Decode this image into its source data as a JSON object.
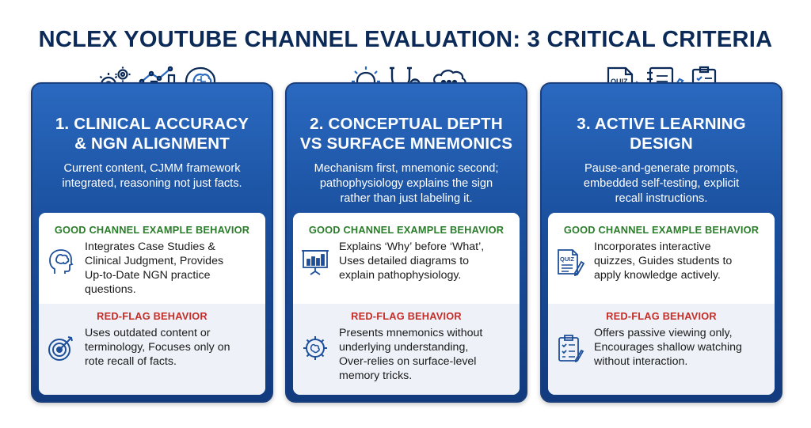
{
  "title": "NCLEX YOUTUBE CHANNEL EVALUATION: 3 CRITICAL CRITERIA",
  "colors": {
    "title": "#0b2a57",
    "card": "#1a4f9d",
    "good": "#2a7d2a",
    "red": "#c62d27"
  },
  "cards": [
    {
      "title_line1": "1. CLINICAL ACCURACY",
      "title_line2": "& NGN ALIGNMENT",
      "desc_line1": "Current content, CJMM framework",
      "desc_line2": "integrated, reasoning not just facts.",
      "desc_line3": "",
      "header_icons": [
        "gears-icon",
        "bar-chart-icon",
        "brain-head-icon"
      ],
      "good": {
        "heading": "GOOD CHANNEL EXAMPLE BEHAVIOR",
        "icon": "brain-head-icon",
        "line1": "Integrates Case Studies &",
        "line2": "Clinical Judgment, Provides",
        "line3": "Up-to-Date NGN practice",
        "line4": "questions."
      },
      "red": {
        "heading": "RED-FLAG BEHAVIOR",
        "icon": "target-icon",
        "line1": "Uses outdated content or",
        "line2": "terminology, Focuses only on",
        "line3": "rote recall of facts.",
        "line4": ""
      }
    },
    {
      "title_line1": "2. CONCEPTUAL DEPTH",
      "title_line2": "VS SURFACE MNEMONICS",
      "desc_line1": "Mechanism first, mnemonic second;",
      "desc_line2": "pathophysiology explains the sign",
      "desc_line3": "rather than just labeling it.",
      "header_icons": [
        "lightbulb-icon",
        "stethoscope-icon",
        "thought-bubble-icon"
      ],
      "good": {
        "heading": "GOOD CHANNEL EXAMPLE BEHAVIOR",
        "icon": "presentation-chart-icon",
        "line1": "Explains ‘Why’ before ‘What’,",
        "line2": "Uses detailed diagrams to",
        "line3": "explain pathophysiology.",
        "line4": ""
      },
      "red": {
        "heading": "RED-FLAG BEHAVIOR",
        "icon": "gear-brain-icon",
        "line1": "Presents mnemonics without",
        "line2": "underlying understanding,",
        "line3": "Over-relies on surface-level",
        "line4": "memory tricks."
      }
    },
    {
      "title_line1": "3. ACTIVE LEARNING",
      "title_line2": "DESIGN",
      "desc_line1": "Pause-and-generate prompts,",
      "desc_line2": "embedded self-testing, explicit",
      "desc_line3": "recall instructions.",
      "header_icons": [
        "quiz-document-icon",
        "notebook-pen-icon",
        "checklist-icon"
      ],
      "header_icon_text": "QUIZ",
      "good": {
        "heading": "GOOD CHANNEL EXAMPLE BEHAVIOR",
        "icon": "quiz-icon",
        "icon_text": "QUIZ",
        "line1": "Incorporates interactive",
        "line2": "quizzes, Guides students to",
        "line3": "apply knowledge actively.",
        "line4": ""
      },
      "red": {
        "heading": "RED-FLAG BEHAVIOR",
        "icon": "clipboard-checklist-icon",
        "line1": "Offers passive viewing only,",
        "line2": "Encourages shallow watching",
        "line3": "without interaction.",
        "line4": ""
      }
    }
  ]
}
